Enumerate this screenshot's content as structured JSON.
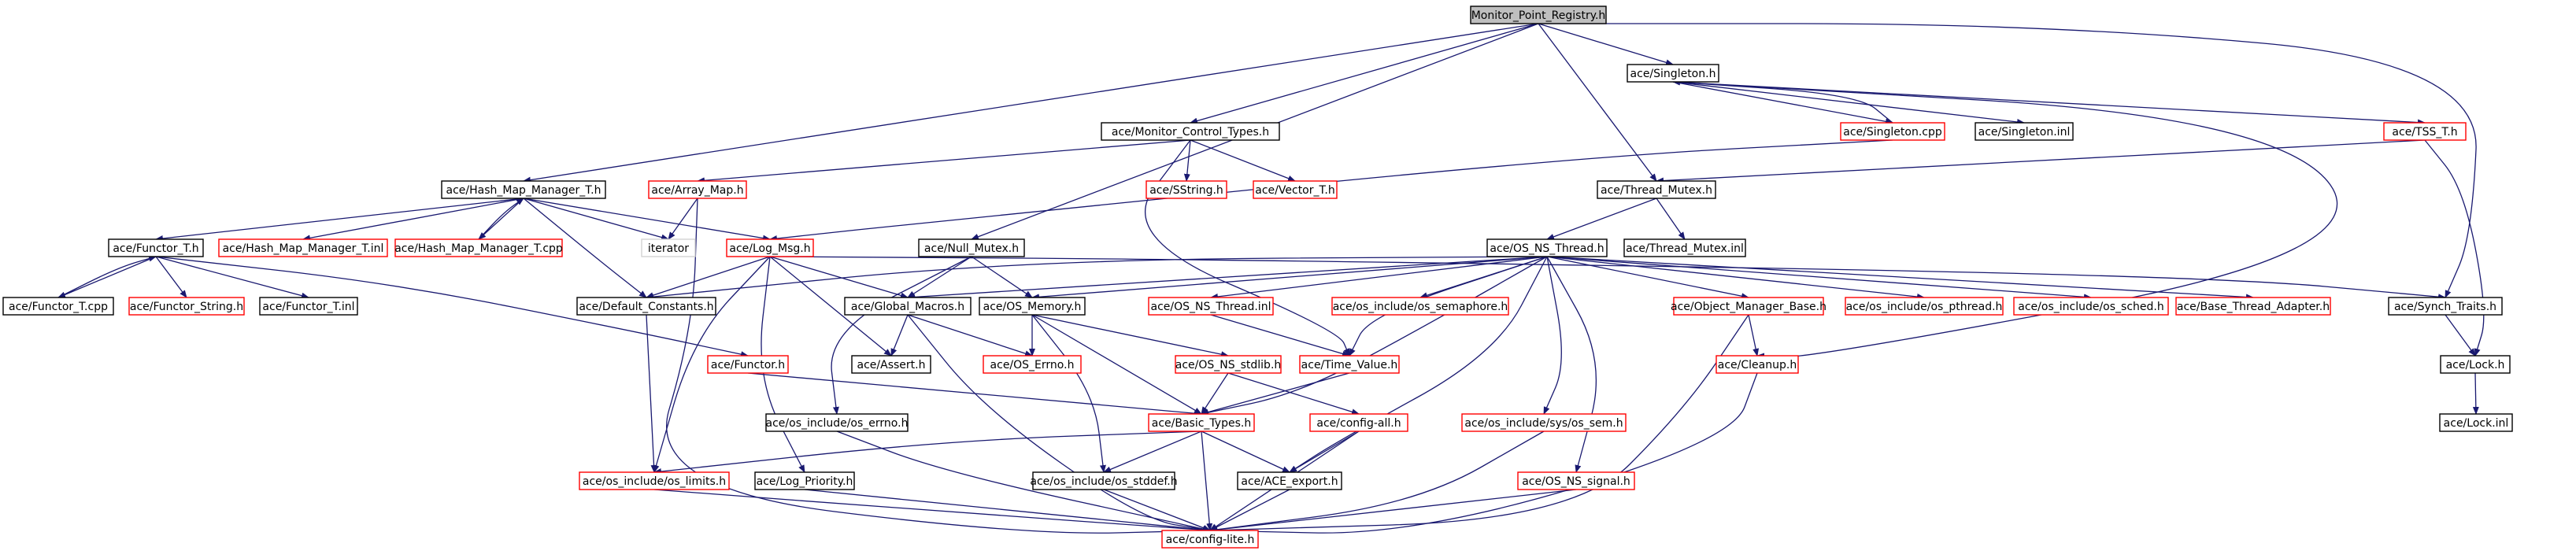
{
  "colors": {
    "edge": "#191970",
    "node_border_black": "#000000",
    "node_border_red": "#ff0000",
    "root_fill": "#bfbfbf",
    "node_fill": "#ffffff"
  },
  "nodes": [
    {
      "id": "root",
      "label": "Monitor_Point_Registry.h",
      "style": "root"
    },
    {
      "id": "singleton_h",
      "label": "ace/Singleton.h",
      "style": "black"
    },
    {
      "id": "mct_h",
      "label": "ace/Monitor_Control_Types.h",
      "style": "black"
    },
    {
      "id": "singleton_cpp",
      "label": "ace/Singleton.cpp",
      "style": "red"
    },
    {
      "id": "singleton_inl",
      "label": "ace/Singleton.inl",
      "style": "black"
    },
    {
      "id": "tss_t",
      "label": "ace/TSS_T.h",
      "style": "red"
    },
    {
      "id": "hmm_h",
      "label": "ace/Hash_Map_Manager_T.h",
      "style": "black"
    },
    {
      "id": "array_map",
      "label": "ace/Array_Map.h",
      "style": "red"
    },
    {
      "id": "sstring",
      "label": "ace/SString.h",
      "style": "red"
    },
    {
      "id": "vector_t",
      "label": "ace/Vector_T.h",
      "style": "red"
    },
    {
      "id": "thread_mutex",
      "label": "ace/Thread_Mutex.h",
      "style": "black"
    },
    {
      "id": "functor_t",
      "label": "ace/Functor_T.h",
      "style": "black"
    },
    {
      "id": "hmm_inl",
      "label": "ace/Hash_Map_Manager_T.inl",
      "style": "red"
    },
    {
      "id": "hmm_cpp",
      "label": "ace/Hash_Map_Manager_T.cpp",
      "style": "red"
    },
    {
      "id": "iterator",
      "label": "iterator",
      "style": "grey"
    },
    {
      "id": "log_msg",
      "label": "ace/Log_Msg.h",
      "style": "red"
    },
    {
      "id": "null_mutex",
      "label": "ace/Null_Mutex.h",
      "style": "black"
    },
    {
      "id": "os_ns_thread",
      "label": "ace/OS_NS_Thread.h",
      "style": "black"
    },
    {
      "id": "thread_mutex_inl",
      "label": "ace/Thread_Mutex.inl",
      "style": "black"
    },
    {
      "id": "functor_t_cpp",
      "label": "ace/Functor_T.cpp",
      "style": "black"
    },
    {
      "id": "functor_string",
      "label": "ace/Functor_String.h",
      "style": "red"
    },
    {
      "id": "functor_t_inl",
      "label": "ace/Functor_T.inl",
      "style": "black"
    },
    {
      "id": "default_constants",
      "label": "ace/Default_Constants.h",
      "style": "black"
    },
    {
      "id": "global_macros",
      "label": "ace/Global_Macros.h",
      "style": "black"
    },
    {
      "id": "os_memory",
      "label": "ace/OS_Memory.h",
      "style": "black"
    },
    {
      "id": "os_ns_thread_inl",
      "label": "ace/OS_NS_Thread.inl",
      "style": "red"
    },
    {
      "id": "os_semaphore",
      "label": "ace/os_include/os_semaphore.h",
      "style": "red"
    },
    {
      "id": "object_manager_base",
      "label": "ace/Object_Manager_Base.h",
      "style": "red"
    },
    {
      "id": "os_pthread",
      "label": "ace/os_include/os_pthread.h",
      "style": "red"
    },
    {
      "id": "os_sched",
      "label": "ace/os_include/os_sched.h",
      "style": "red"
    },
    {
      "id": "base_thread_adapter",
      "label": "ace/Base_Thread_Adapter.h",
      "style": "red"
    },
    {
      "id": "synch_traits",
      "label": "ace/Synch_Traits.h",
      "style": "black"
    },
    {
      "id": "functor_h",
      "label": "ace/Functor.h",
      "style": "red"
    },
    {
      "id": "assert_h",
      "label": "ace/Assert.h",
      "style": "black"
    },
    {
      "id": "os_errno",
      "label": "ace/OS_Errno.h",
      "style": "red"
    },
    {
      "id": "os_ns_stdlib",
      "label": "ace/OS_NS_stdlib.h",
      "style": "red"
    },
    {
      "id": "time_value",
      "label": "ace/Time_Value.h",
      "style": "red"
    },
    {
      "id": "cleanup",
      "label": "ace/Cleanup.h",
      "style": "red"
    },
    {
      "id": "lock_h",
      "label": "ace/Lock.h",
      "style": "black"
    },
    {
      "id": "os_include_errno",
      "label": "ace/os_include/os_errno.h",
      "style": "black"
    },
    {
      "id": "basic_types",
      "label": "ace/Basic_Types.h",
      "style": "red"
    },
    {
      "id": "config_all",
      "label": "ace/config-all.h",
      "style": "red"
    },
    {
      "id": "os_sem",
      "label": "ace/os_include/sys/os_sem.h",
      "style": "red"
    },
    {
      "id": "lock_inl",
      "label": "ace/Lock.inl",
      "style": "black"
    },
    {
      "id": "os_limits",
      "label": "ace/os_include/os_limits.h",
      "style": "red"
    },
    {
      "id": "log_priority",
      "label": "ace/Log_Priority.h",
      "style": "black"
    },
    {
      "id": "os_stddef",
      "label": "ace/os_include/os_stddef.h",
      "style": "black"
    },
    {
      "id": "ace_export",
      "label": "ace/ACE_export.h",
      "style": "black"
    },
    {
      "id": "os_ns_signal",
      "label": "ace/OS_NS_signal.h",
      "style": "red"
    },
    {
      "id": "config_lite",
      "label": "ace/config-lite.h",
      "style": "red"
    }
  ]
}
